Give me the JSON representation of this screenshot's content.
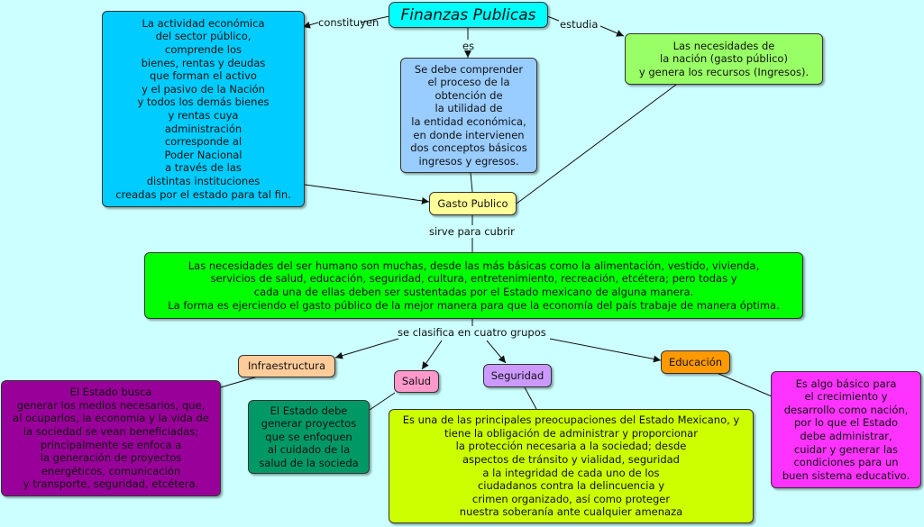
{
  "title": "Finanzas Publicas",
  "nodes": {
    "activity": "La actividad económica\ndel sector público,\ncomprende los\nbienes, rentas y deudas\nque forman el activo\ny el pasivo de la Nación\ny todos los demás bienes\ny rentas cuya\nadministración\ncorresponde al\nPoder Nacional\na través de las\ndistintas instituciones\ncreadas por el estado para tal fin.",
    "process": "Se debe comprender\nel proceso de la\nobtención de\nla utilidad de\nla entidad económica,\nen donde intervienen\ndos conceptos básicos\ningresos y egresos.",
    "needs": "Las necesidades de\nla nación (gasto público)\ny genera los recursos (Ingresos).",
    "gasto": "Gasto Publico",
    "human_needs": "Las necesidades del ser humano son muchas, desde las más básicas como la alimentación, vestido, vivienda,\nservicios de salud, educación, seguridad, cultura, entretenimiento, recreación, etcétera; pero todas y\ncada una de ellas deben ser sustentadas por el Estado mexicano de alguna manera.\nLa forma es ejerciendo el gasto público de la mejor manera para que la economía del país trabaje de manera óptima.",
    "infra": "Infraestructura",
    "salud": "Salud",
    "seguridad": "Seguridad",
    "educacion": "Educación",
    "infra_desc": "El Estado busca\ngenerar los medios necesarios, que,\nal ocuparlos, la economía y la vida de\nla sociedad se vean beneficiadas;\nprincipalmente se enfoca a\nla generación de proyectos\nenergéticos, comunicación\ny transporte, seguridad, etcétera.",
    "salud_desc": "El Estado debe\ngenerar proyectos\nque se enfoquen\nal cuidado de la\nsalud de la socieda",
    "seg_desc": "Es una de las principales preocupaciones del Estado Mexicano, y\ntiene la obligación de administrar y proporcionar\nla protección necesaria a la sociedad; desde\naspectos de tránsito y vialidad, seguridad\na la integridad de cada uno de los\nciudadanos contra la delincuencia y\ncrimen organizado, así como proteger\nnuestra soberanía ante cualquier amenaza",
    "edu_desc": "Es algo básico para\nel crecimiento y\ndesarrollo como nación,\npor lo que el Estado\ndebe administrar,\ncuidar y generar las\ncondiciones para un\nbuen sistema educativo."
  },
  "links": {
    "constituyen": "constituyen",
    "es": "es",
    "estudia": "estudia",
    "sirve": "sirve para cubrir",
    "clasifica": "se clasifica en cuatro grupos"
  },
  "colors": {
    "background": "#ccffff",
    "title": "#00ffff",
    "activity": "#00ccff",
    "process": "#99ccff",
    "needs": "#99ff66",
    "gasto": "#ffff99",
    "human_needs": "#00ff00",
    "infra": "#ffcc99",
    "salud": "#ff99cc",
    "seguridad": "#cc99ff",
    "educacion": "#ff9900",
    "infra_desc": "#990099",
    "salud_desc": "#009966",
    "seg_desc": "#ccff00",
    "edu_desc": "#ff33ff"
  }
}
